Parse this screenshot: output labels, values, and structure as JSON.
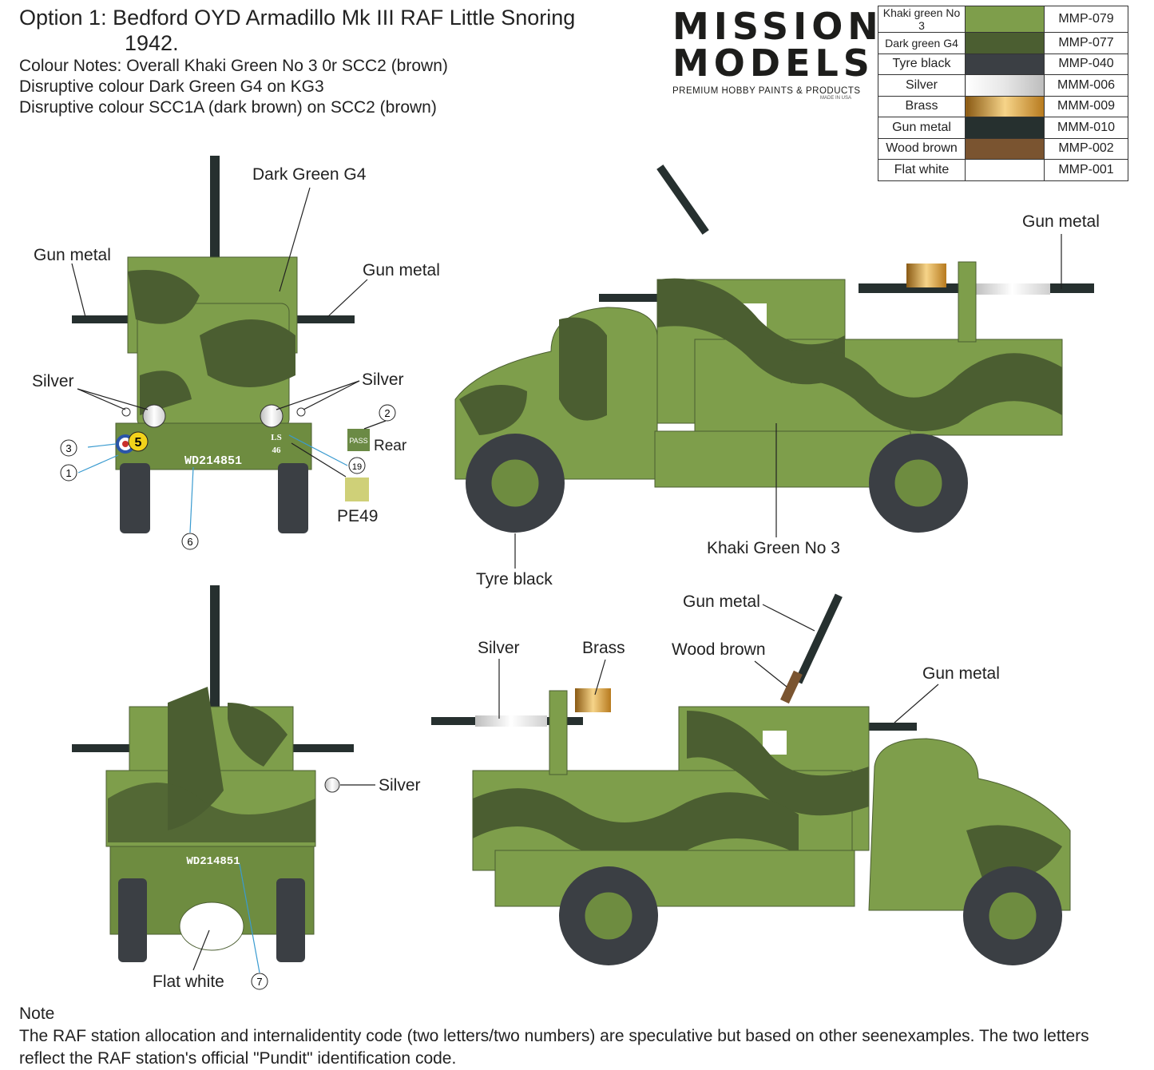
{
  "header": {
    "title_line1": "Option 1: Bedford OYD Armadillo Mk III RAF Little Snoring",
    "title_line2": "1942.",
    "notes": [
      "Colour Notes: Overall Khaki Green No 3 0r SCC2 (brown)",
      "Disruptive colour Dark Green G4 on KG3",
      "Disruptive colour SCC1A (dark brown) on SCC2 (brown)"
    ]
  },
  "logo": {
    "line1": "MISSION",
    "line2": "MODELS",
    "tagline": "PREMIUM HOBBY PAINTS & PRODUCTS",
    "made_in": "MADE IN USA"
  },
  "paint_legend": [
    {
      "name": "Khaki green No 3",
      "code": "MMP-079",
      "color": "#7e9e4b"
    },
    {
      "name": "Dark green G4",
      "code": "MMP-077",
      "color": "#4b5e31"
    },
    {
      "name": "Tyre black",
      "code": "MMP-040",
      "color": "#3b3f44"
    },
    {
      "name": "Silver",
      "code": "MMM-006",
      "color": "#e2e2e2"
    },
    {
      "name": "Brass",
      "code": "MMM-009",
      "color": "#d9a03c"
    },
    {
      "name": "Gun metal",
      "code": "MMM-010",
      "color": "#26302f"
    },
    {
      "name": "Wood brown",
      "code": "MMP-002",
      "color": "#7a5430"
    },
    {
      "name": "Flat white",
      "code": "MMP-001",
      "color": "#ffffff"
    }
  ],
  "callouts": {
    "front_dark_green": "Dark Green G4",
    "front_gun_metal_left": "Gun metal",
    "front_gun_metal_right": "Gun metal",
    "front_silver_left": "Silver",
    "front_silver_right": "Silver",
    "front_rear": "Rear",
    "front_pe49": "PE49",
    "side1_gun_metal": "Gun metal",
    "side1_tyre_black": "Tyre black",
    "side1_khaki": "Khaki Green No 3",
    "side2_gun_metal_top": "Gun metal",
    "side2_silver": "Silver",
    "side2_brass": "Brass",
    "side2_wood_brown": "Wood brown",
    "side2_gun_metal_right": "Gun metal",
    "rear_silver": "Silver",
    "rear_flat_white": "Flat white"
  },
  "decal_numbers": [
    "1",
    "2",
    "3",
    "6",
    "7",
    "19"
  ],
  "markings": {
    "plate": "WD214851",
    "plate_rear": "WD214851",
    "station_code": "LS",
    "station_number": "46",
    "pass": "PASS",
    "bridge_number": "5"
  },
  "note": {
    "heading": "Note",
    "body": "The RAF station allocation and internalidentity code (two letters/two numbers) are speculative but based on other seenexamples. The two letters reflect the RAF station's official \"Pundit\" identification code."
  }
}
